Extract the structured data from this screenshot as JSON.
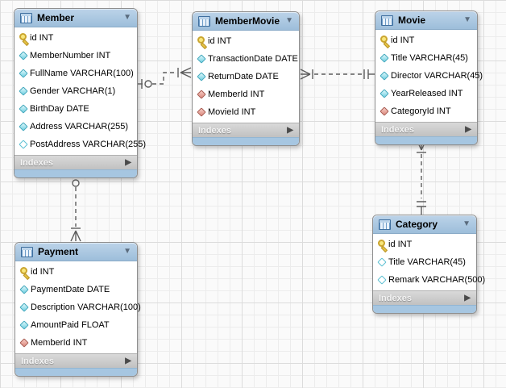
{
  "icons": {
    "collapse": "▼",
    "expand": "▶"
  },
  "colors": {
    "table_header": "#a8c3dd",
    "table_footer_strip": "#a6c6e1",
    "indexes_bar": "#c6c6c6",
    "grid_minor": "#ececec",
    "grid_major": "#dcdcdc",
    "primary_key_icon": "#f0d04a",
    "column_icon": "#72d0e2",
    "foreign_key_icon": "#dc897e",
    "connector": "#5c5c5c"
  },
  "tables": [
    {
      "title": "Member",
      "indexes_label": "Indexes",
      "columns": [
        {
          "icon": "key",
          "label": "id INT"
        },
        {
          "icon": "col",
          "label": "MemberNumber INT"
        },
        {
          "icon": "col",
          "label": "FullName VARCHAR(100)"
        },
        {
          "icon": "col",
          "label": "Gender VARCHAR(1)"
        },
        {
          "icon": "col",
          "label": "BirthDay DATE"
        },
        {
          "icon": "col",
          "label": "Address VARCHAR(255)"
        },
        {
          "icon": "col-null",
          "label": "PostAddress VARCHAR(255)"
        }
      ]
    },
    {
      "title": "MemberMovie",
      "indexes_label": "Indexes",
      "columns": [
        {
          "icon": "key",
          "label": "id INT"
        },
        {
          "icon": "col",
          "label": "TransactionDate DATE"
        },
        {
          "icon": "col",
          "label": "ReturnDate DATE"
        },
        {
          "icon": "fk",
          "label": "MemberId INT"
        },
        {
          "icon": "fk",
          "label": "MovieId INT"
        }
      ]
    },
    {
      "title": "Movie",
      "indexes_label": "Indexes",
      "columns": [
        {
          "icon": "key",
          "label": "id INT"
        },
        {
          "icon": "col",
          "label": "Title VARCHAR(45)"
        },
        {
          "icon": "col",
          "label": "Director VARCHAR(45)"
        },
        {
          "icon": "col",
          "label": "YearReleased INT"
        },
        {
          "icon": "fk",
          "label": "CategoryId INT"
        }
      ]
    },
    {
      "title": "Payment",
      "indexes_label": "Indexes",
      "columns": [
        {
          "icon": "key",
          "label": "id INT"
        },
        {
          "icon": "col",
          "label": "PaymentDate DATE"
        },
        {
          "icon": "col",
          "label": "Description VARCHAR(100)"
        },
        {
          "icon": "col",
          "label": "AmountPaid FLOAT"
        },
        {
          "icon": "fk",
          "label": "MemberId INT"
        }
      ]
    },
    {
      "title": "Category",
      "indexes_label": "Indexes",
      "columns": [
        {
          "icon": "key",
          "label": "id INT"
        },
        {
          "icon": "col-null",
          "label": "Title VARCHAR(45)"
        },
        {
          "icon": "col-null",
          "label": "Remark VARCHAR(500)"
        }
      ]
    }
  ],
  "relationships": [
    {
      "from": "Member",
      "to": "MemberMovie",
      "from_end": "one-optional",
      "to_end": "many-mandatory",
      "line": "dashed"
    },
    {
      "from": "Movie",
      "to": "MemberMovie",
      "from_end": "one-mandatory",
      "to_end": "many-mandatory",
      "line": "dashed"
    },
    {
      "from": "Member",
      "to": "Payment",
      "from_end": "one-optional",
      "to_end": "many-mandatory",
      "line": "dashed"
    },
    {
      "from": "Category",
      "to": "Movie",
      "from_end": "one-mandatory",
      "to_end": "many-mandatory",
      "line": "dashed"
    }
  ]
}
